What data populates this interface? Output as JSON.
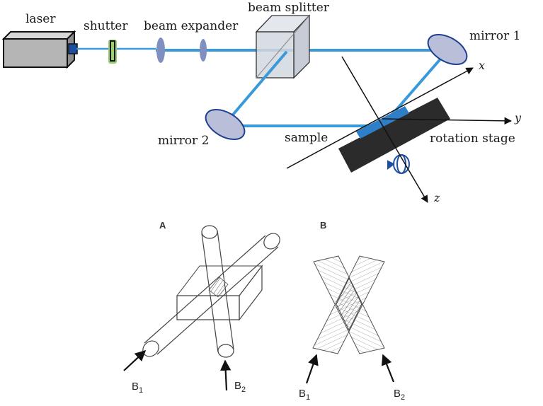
{
  "setup": {
    "labels": {
      "laser": "laser",
      "shutter": "shutter",
      "beam_expander": "beam expander",
      "beam_splitter": "beam splitter",
      "mirror_1": "mirror 1",
      "mirror_2": "mirror 2",
      "sample": "sample",
      "rotation_stage": "rotation stage"
    },
    "axes": {
      "x": "x",
      "y": "y",
      "z": "z"
    }
  },
  "panel_a": {
    "letter": "A",
    "beam_1": {
      "base": "B",
      "sub": "1"
    },
    "beam_2": {
      "base": "B",
      "sub": "2"
    }
  },
  "panel_b": {
    "letter": "B",
    "beam_1": {
      "base": "B",
      "sub": "1"
    },
    "beam_2": {
      "base": "B",
      "sub": "2"
    }
  },
  "colors": {
    "beam": "#3a9ad9",
    "lens": "#7f8fc0",
    "shutter": "#9bd16a",
    "stage": "#2b2b2b",
    "sample": "#2f7fc8",
    "laser_body": "#b5b5b5"
  }
}
